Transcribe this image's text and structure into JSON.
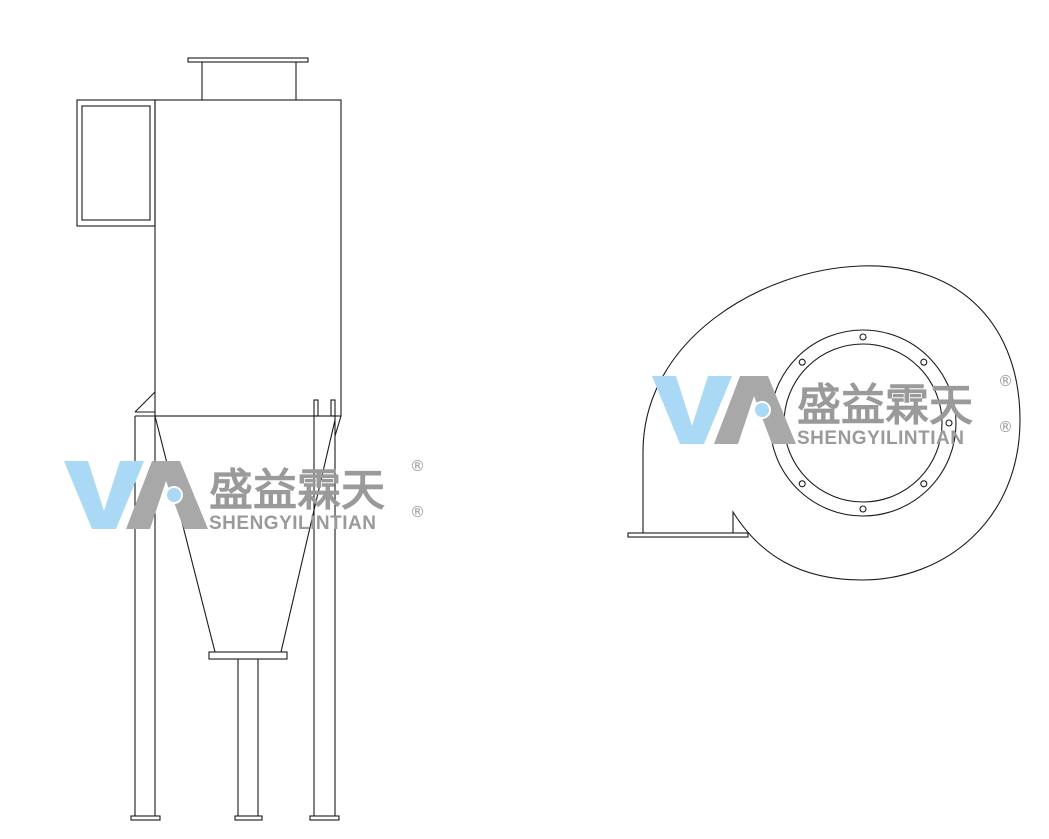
{
  "watermark": {
    "brand_cn": "盛益霖天",
    "brand_en": "SHENGYILINTIAN",
    "registered_mark": "®",
    "logo_letters": "VA",
    "colors": {
      "v": "#a9d9f4",
      "a": "#a8a8a8",
      "text": "#9a9a9a",
      "dot": "#a9d9f4"
    }
  },
  "line_color": "#1a1a1a",
  "views": [
    {
      "name": "dust-collector-front-view",
      "icon": "cyclone-collector"
    },
    {
      "name": "centrifugal-fan-side-view",
      "icon": "volute-fan"
    }
  ]
}
